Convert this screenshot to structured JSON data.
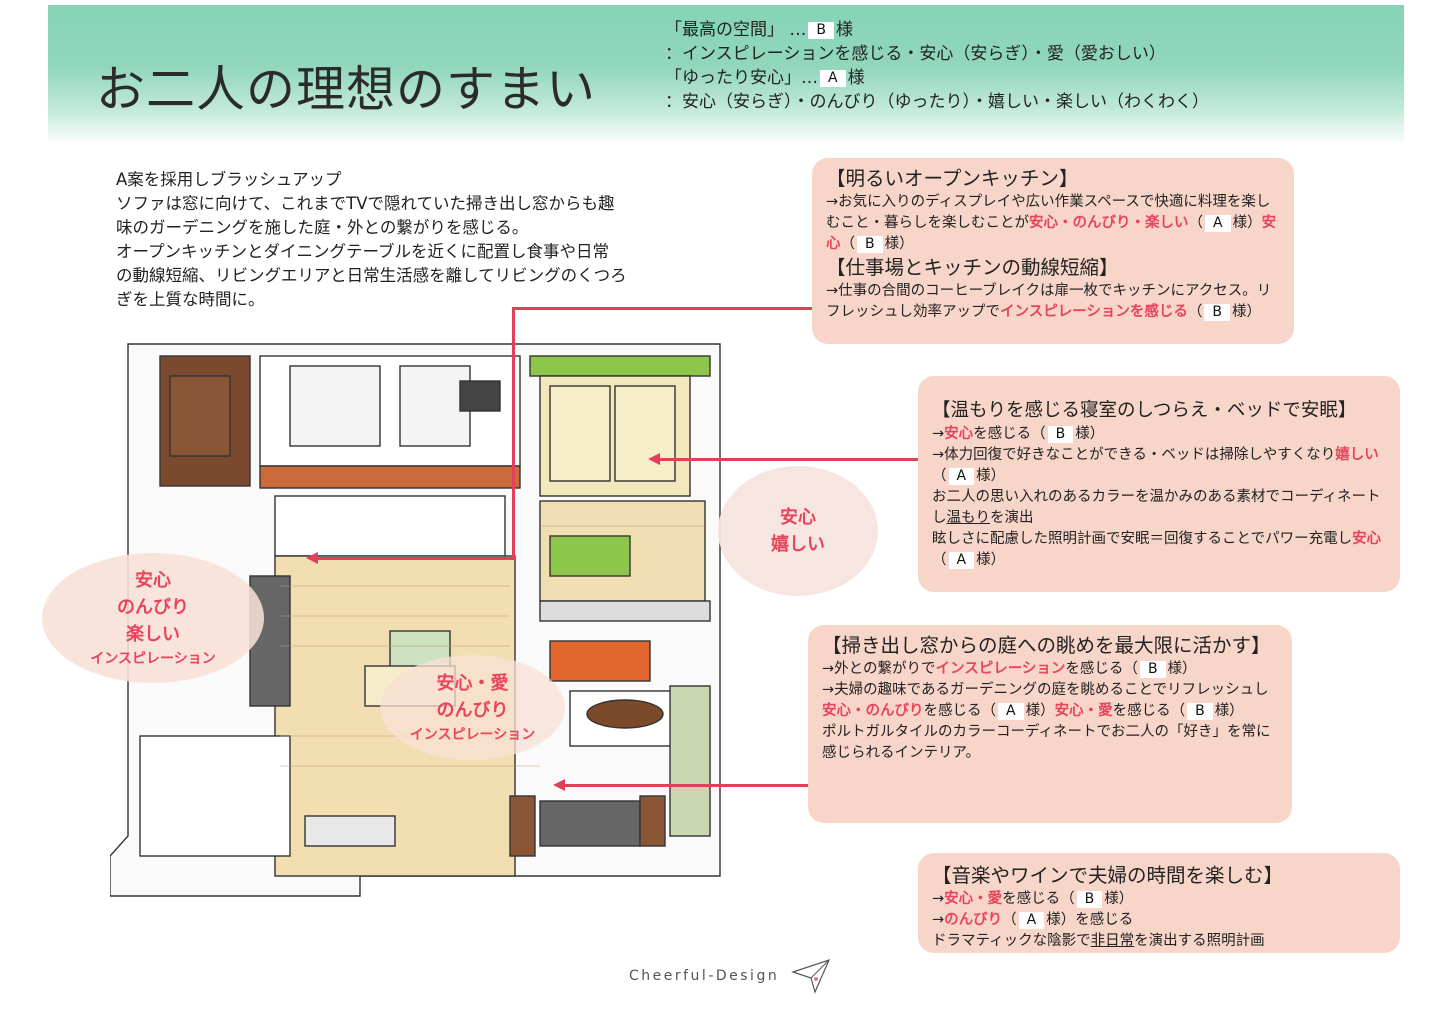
{
  "header": {
    "title": "お二人の理想のすまい",
    "ideals": [
      {
        "pre": "「最高の空間」 …",
        "mask": "B",
        "post": "様"
      },
      {
        "pre": "：インスピレーションを感じる・安心（安らぎ）・愛（愛おしい）",
        "mask": null,
        "post": ""
      },
      {
        "pre": "「ゆったり安心」…",
        "mask": "A",
        "post": "様"
      },
      {
        "pre": "：安心（安らぎ）・のんびり（ゆったり）・嬉しい・楽しい（わくわく）",
        "mask": null,
        "post": ""
      }
    ]
  },
  "intro": {
    "lines": [
      "A案を採用しブラッシュアップ",
      "ソファは窓に向けて、これまでTVで隠れていた掃き出し窓からも趣",
      "味のガーデニングを施した庭・外との繋がりを感じる。",
      "オープンキッチンとダイニングテーブルを近くに配置し食事や日常",
      "の動線短縮、リビングエリアと日常生活感を離してリビングのくつろ",
      "ぎを上質な時間に。"
    ]
  },
  "cards": {
    "kitchen": {
      "title1": "【明るいオープンキッチン】",
      "b1a": "→お気に入りのディスプレイや広い作業スペースで快適に料理を楽しむこと・暮らしを楽しむことが",
      "b1red": "安心・のんびり・楽しい",
      "b1b": "（",
      "b1mask": "A",
      "b1c": "様）",
      "b1red2": "安心",
      "b1d": "（",
      "b1mask2": "B",
      "b1e": "様）",
      "title2": "【仕事場とキッチンの動線短縮】",
      "b2a": "→仕事の合間のコーヒーブレイクは扉一枚でキッチンにアクセス。リフレッシュし効率アップで",
      "b2red": "インスピレーションを感じる",
      "b2b": "（",
      "b2mask": "B",
      "b2c": "様）"
    },
    "bedroom": {
      "title": "【温もりを感じる寝室のしつらえ・ベッドで安眠】",
      "l1a": "→",
      "l1red": "安心",
      "l1b": "を感じる（",
      "l1mask": "B",
      "l1c": "様）",
      "l2a": "→体力回復で好きなことができる・ベッドは掃除しやすくなり",
      "l2red": "嬉しい",
      "l2b": "（",
      "l2mask": "A",
      "l2c": "様）",
      "l3a": "お二人の思い入れのあるカラーを温かみのある素材でコーディネートし",
      "l3ul": "温もり",
      "l3b": "を演出",
      "l4a": "眩しさに配慮した照明計画で安眠＝回復することでパワー充電し",
      "l4red": "安心",
      "l4b": "（",
      "l4mask": "A",
      "l4c": "様）"
    },
    "garden": {
      "title": "【掃き出し窓からの庭への眺めを最大限に活かす】",
      "l1a": "→外との繋がりで",
      "l1red": "インスピレーション",
      "l1b": "を感じる（",
      "l1mask": "B",
      "l1c": "様）",
      "l2a": "→夫婦の趣味であるガーデニングの庭を眺めることでリフレッシュし",
      "l2red": "安心・のんびり",
      "l2b": "を感じる（",
      "l2mask": "A",
      "l2c": "様）",
      "l2red2": "安心・愛",
      "l2d": "を感じる（",
      "l2mask2": "B",
      "l2e": "様）",
      "l3": "ポルトガルタイルのカラーコーディネートでお二人の「好き」を常に感じられるインテリア。"
    },
    "music": {
      "title": "【音楽やワインで夫婦の時間を楽しむ】",
      "l1a": "→",
      "l1red": "安心・愛",
      "l1b": "を感じる（",
      "l1mask": "B",
      "l1c": "様）",
      "l2a": "→",
      "l2red": "のんびり",
      "l2b": "（",
      "l2mask": "A",
      "l2c": "様）を感じる",
      "l3a": "ドラマティックな陰影で",
      "l3ul": "非日常",
      "l3b": "を演出する照明計画"
    }
  },
  "plan_labels": {
    "left": {
      "l1": "安心",
      "l2": "のんびり",
      "l3": "楽しい",
      "l4": "インスピレーション"
    },
    "center": {
      "l1": "安心・愛",
      "l2": "のんびり",
      "l3": "インスピレーション"
    },
    "right": {
      "l1": "安心",
      "l2": "嬉しい"
    }
  },
  "footer": {
    "brand": "Cheerful-Design"
  },
  "colors": {
    "header_green": "#8fd5bb",
    "card_pink": "#f7d5c8",
    "accent_red": "#e8455d"
  }
}
